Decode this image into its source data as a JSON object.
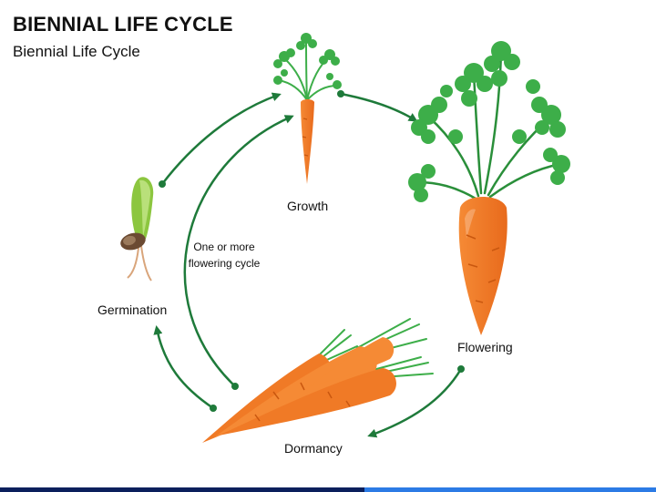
{
  "title": "BIENNIAL LIFE CYCLE",
  "subtitle": "Biennial Life Cycle",
  "stages": {
    "growth": "Growth",
    "flowering": "Flowering",
    "dormancy": "Dormancy",
    "germination": "Germination"
  },
  "note": "One or more flowering cycle",
  "colors": {
    "arrow": "#1e7a3a",
    "carrot": "#f07a26",
    "carrot_shadow": "#e06214",
    "leaf": "#3dae49",
    "leaf_dark": "#2a8f3a",
    "seed_sprout": "#8cc63f",
    "bar_left": "#0a1f5c",
    "bar_right": "#2c7be5"
  },
  "icons": [
    "seedling-icon",
    "small-carrot-icon",
    "large-carrot-icon",
    "carrot-bunch-icon"
  ]
}
